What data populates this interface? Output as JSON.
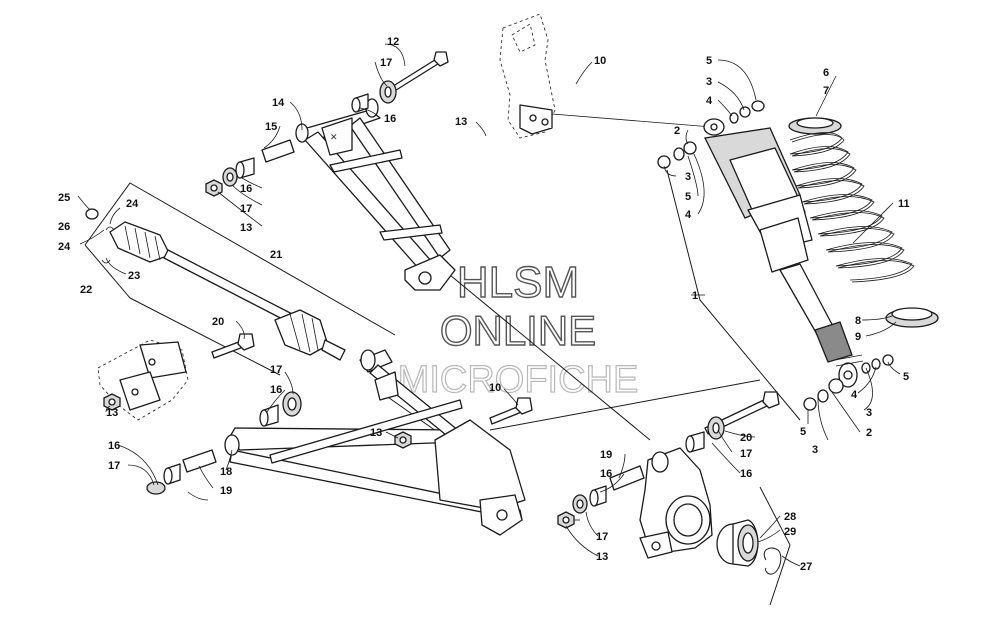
{
  "watermark": {
    "line1": "HLSM",
    "line2": "ONLINE",
    "line3": "MICROFICHE"
  },
  "callouts": [
    "12",
    "17",
    "10",
    "5",
    "3",
    "4",
    "6",
    "7",
    "14",
    "16",
    "13",
    "2",
    "15",
    "16",
    "17",
    "13",
    "3",
    "5",
    "4",
    "11",
    "25",
    "24",
    "26",
    "24",
    "21",
    "23",
    "22",
    "1",
    "20",
    "8",
    "9",
    "5",
    "4",
    "3",
    "17",
    "16",
    "10",
    "5",
    "2",
    "13",
    "16",
    "20",
    "3",
    "17",
    "17",
    "19",
    "16",
    "19",
    "18",
    "16",
    "28",
    "29",
    "27",
    "13",
    "17",
    "13"
  ],
  "hardware": {
    "nut": "hex-lock-nut",
    "bolt": "hex-bolt",
    "washer": "flat-washer",
    "bushing": "bushing",
    "sleeve": "sleeve",
    "snap_ring": "snap-ring"
  }
}
